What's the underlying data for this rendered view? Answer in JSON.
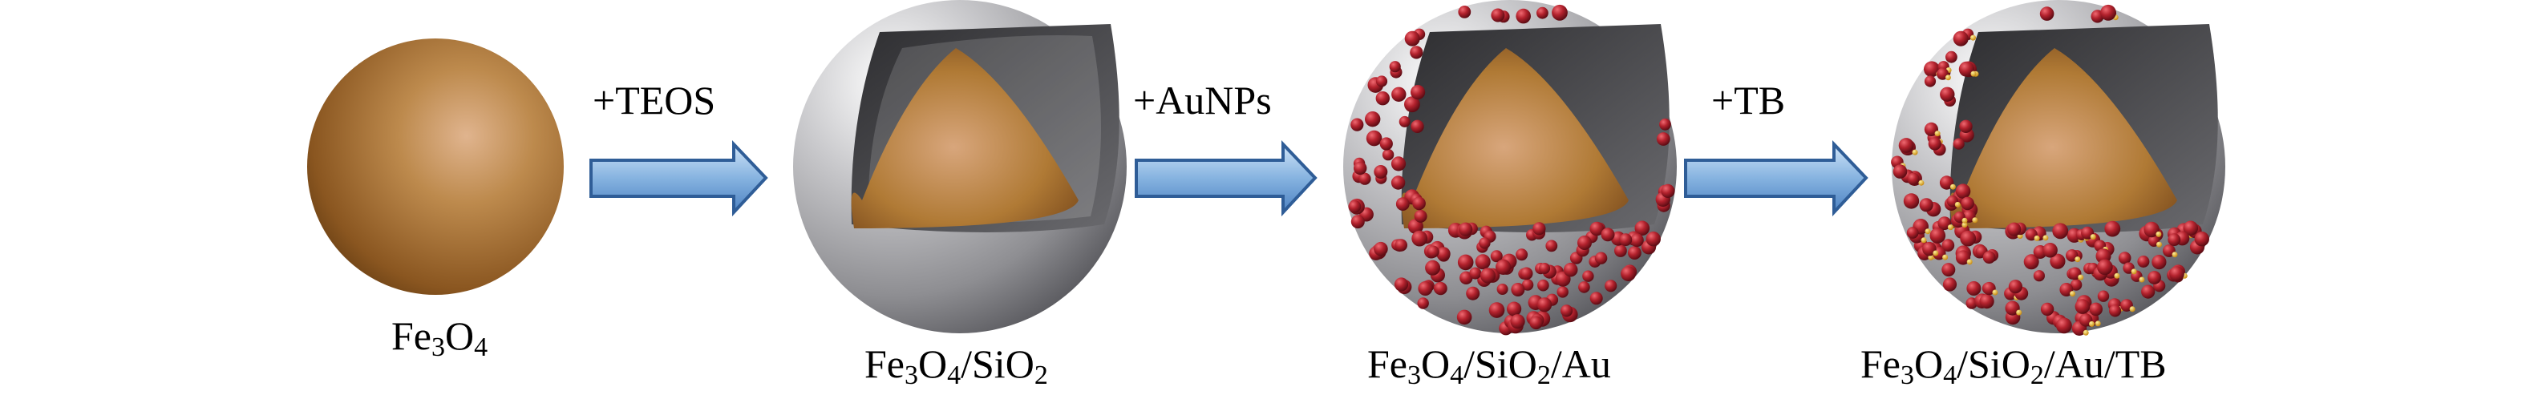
{
  "stages": [
    {
      "id": "fe3o4",
      "label_parts": [
        {
          "t": "Fe"
        },
        {
          "s": "3"
        },
        {
          "t": "O"
        },
        {
          "s": "4"
        }
      ],
      "type": "core"
    },
    {
      "id": "fe3o4-sio2",
      "label_parts": [
        {
          "t": "Fe"
        },
        {
          "s": "3"
        },
        {
          "t": "O"
        },
        {
          "s": "4"
        },
        {
          "t": "/SiO"
        },
        {
          "s": "2"
        }
      ],
      "type": "core-shell"
    },
    {
      "id": "fe3o4-sio2-au",
      "label_parts": [
        {
          "t": "Fe"
        },
        {
          "s": "3"
        },
        {
          "t": "O"
        },
        {
          "s": "4"
        },
        {
          "t": "/SiO"
        },
        {
          "s": "2"
        },
        {
          "t": "/Au"
        }
      ],
      "type": "core-shell-au"
    },
    {
      "id": "fe3o4-sio2-au-tb",
      "label_parts": [
        {
          "t": "Fe"
        },
        {
          "s": "3"
        },
        {
          "t": "O"
        },
        {
          "s": "4"
        },
        {
          "t": "/SiO"
        },
        {
          "s": "2"
        },
        {
          "t": "/Au/TB"
        }
      ],
      "type": "core-shell-au-tb"
    }
  ],
  "steps": [
    {
      "id": "teos",
      "label": "+TEOS"
    },
    {
      "id": "aunps",
      "label": "+AuNPs"
    },
    {
      "id": "tb",
      "label": "+TB"
    }
  ],
  "colors": {
    "core": "#b07a35",
    "core_light": "#dcae86",
    "core_dark": "#6e4318",
    "shell": "#a8a8ab",
    "shell_light": "#ffffff",
    "shell_dark": "#4a4a4d",
    "cut_inner": "#3a3a3c",
    "gold_np": "#a5202a",
    "tb_dot": "#d8a020",
    "arrow_fill": "#86b3e0",
    "arrow_stroke": "#2f5d97"
  }
}
